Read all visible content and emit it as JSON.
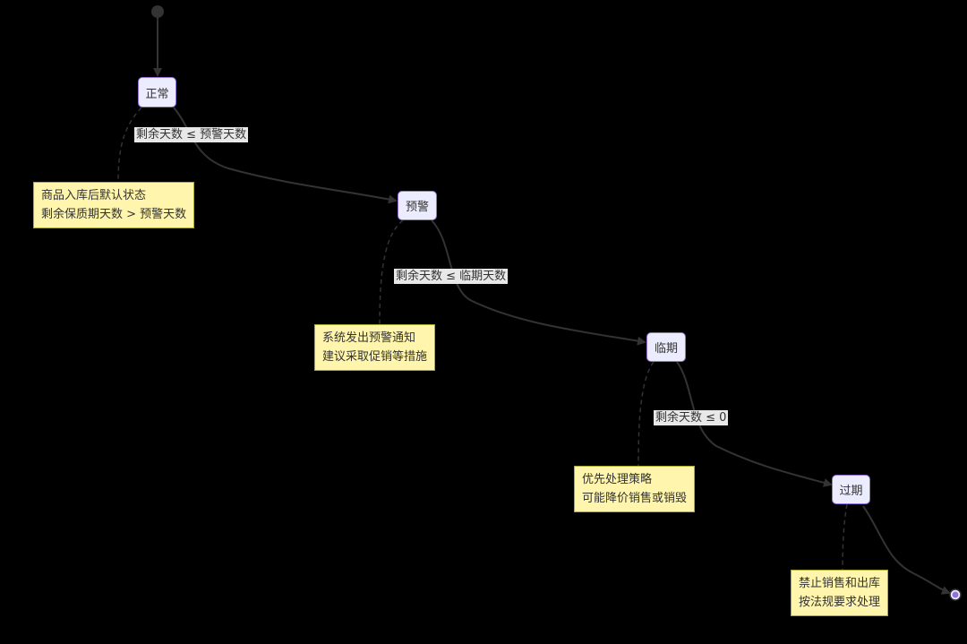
{
  "states": [
    {
      "id": "normal",
      "label": "正常"
    },
    {
      "id": "warning",
      "label": "预警"
    },
    {
      "id": "near_expiry",
      "label": "临期"
    },
    {
      "id": "expired",
      "label": "过期"
    }
  ],
  "transitions": [
    {
      "from": "normal",
      "to": "warning",
      "label": "剩余天数 ≤ 预警天数"
    },
    {
      "from": "warning",
      "to": "near_expiry",
      "label": "剩余天数 ≤ 临期天数"
    },
    {
      "from": "near_expiry",
      "to": "expired",
      "label": "剩余天数 ≤ 0"
    }
  ],
  "notes": [
    {
      "state": "normal",
      "lines": [
        "商品入库后默认状态",
        "剩余保质期天数 > 预警天数"
      ]
    },
    {
      "state": "warning",
      "lines": [
        "系统发出预警通知",
        "建议采取促销等措施"
      ]
    },
    {
      "state": "near_expiry",
      "lines": [
        "优先处理策略",
        "可能降价销售或销毁"
      ]
    },
    {
      "state": "expired",
      "lines": [
        "禁止销售和出库",
        "按法规要求处理"
      ]
    }
  ],
  "colors": {
    "background": "#000000",
    "state_fill": "#ECECFF",
    "state_border": "#9370DB",
    "note_fill": "#FFF5AD",
    "note_border": "#AAAA33",
    "edge": "#333333",
    "edge_label_bg": "#E8E8E8",
    "text": "#333333"
  }
}
